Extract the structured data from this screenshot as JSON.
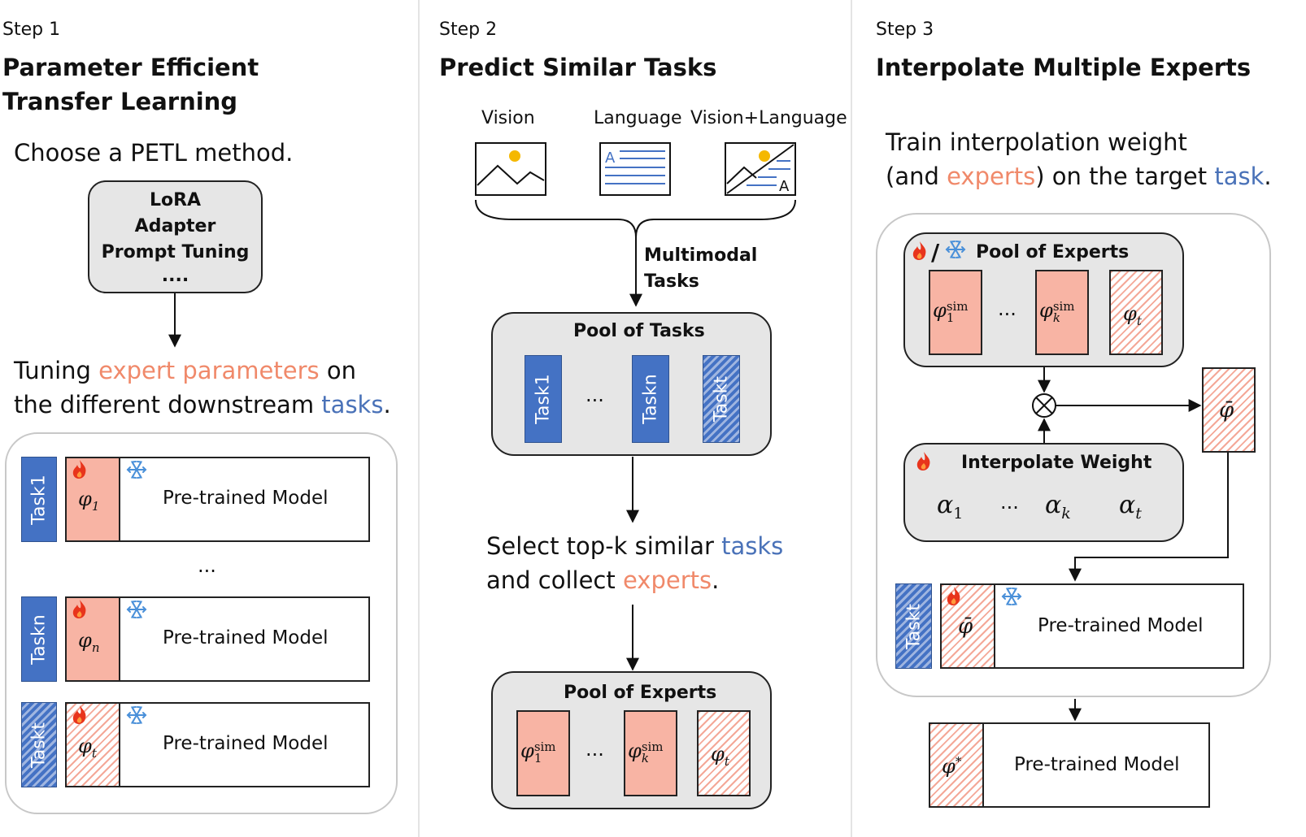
{
  "step1": {
    "label": "Step 1",
    "title": "Parameter Efficient Transfer Learning",
    "choose_text": "Choose a PETL method.",
    "methods": [
      "LoRA",
      "Adapter",
      "Prompt Tuning",
      "...."
    ],
    "tuning_line1_pre": "Tuning ",
    "tuning_line1_highlight": "expert parameters",
    "tuning_line1_post": " on",
    "tuning_line2_pre": "the different downstream ",
    "tuning_line2_highlight": "tasks",
    "tuning_line2_post": ".",
    "rows": [
      {
        "task": "Task1",
        "param_sym": "φ",
        "param_sub": "1",
        "model": "Pre-trained Model"
      },
      {
        "task": "Taskn",
        "param_sym": "φ",
        "param_sub": "n",
        "model": "Pre-trained Model"
      },
      {
        "task": "Taskt",
        "param_sym": "φ",
        "param_sub": "t",
        "model": "Pre-trained Model"
      }
    ],
    "ellipsis": "..."
  },
  "step2": {
    "label": "Step 2",
    "title": "Predict Similar Tasks",
    "modalities": [
      "Vision",
      "Language",
      "Vision+Language"
    ],
    "multimodal_line1": "Multimodal",
    "multimodal_line2": "Tasks",
    "pool_tasks_title": "Pool of Tasks",
    "tasks": [
      "Task1",
      "Taskn",
      "Taskt"
    ],
    "ellipsis": "...",
    "select_line1_pre": "Select top-k similar ",
    "select_line1_highlight": "tasks",
    "select_line2_pre": "and collect ",
    "select_line2_highlight": "experts",
    "select_line2_post": ".",
    "pool_experts_title": "Pool of Experts",
    "experts": [
      {
        "sym": "φ",
        "sub": "1",
        "sup": "sim"
      },
      {
        "sym": "φ",
        "sub": "k",
        "sup": "sim"
      },
      {
        "sym": "φ",
        "sub": "t",
        "sup": ""
      }
    ]
  },
  "step3": {
    "label": "Step 3",
    "title": "Interpolate Multiple Experts",
    "train_line1": "Train interpolation weight",
    "train_line2_pre": "(and ",
    "train_line2_highlight1": "experts",
    "train_line2_mid": ") on the target ",
    "train_line2_highlight2": "task",
    "train_line2_post": ".",
    "pool_experts_title": "Pool of Experts",
    "experts": [
      {
        "sym": "φ",
        "sub": "1",
        "sup": "sim"
      },
      {
        "sym": "φ",
        "sub": "k",
        "sup": "sim"
      },
      {
        "sym": "φ",
        "sub": "t",
        "sup": ""
      }
    ],
    "interpolate_title": "Interpolate Weight",
    "weights": [
      {
        "sym": "α",
        "sub": "1"
      },
      {
        "sym": "α",
        "sub": "k"
      },
      {
        "sym": "α",
        "sub": "t"
      }
    ],
    "ellipsis": "...",
    "phi_bar": "φ̄",
    "task_label": "Taskt",
    "model_label": "Pre-trained Model",
    "final_sym": "φ",
    "final_sup": "*",
    "final_model": "Pre-trained Model",
    "slash": "/"
  },
  "colors": {
    "orange_text": "#f0896a",
    "blue_text": "#4a72b8",
    "task_blue": "#4472c4",
    "expert_pink": "#f8b4a4",
    "pool_gray": "#e6e6e6",
    "fire": "#e8341c",
    "snow": "#4a90d9",
    "sun": "#f5b800"
  },
  "icons": [
    "fire-icon",
    "snowflake-icon",
    "image-icon",
    "document-icon",
    "image-text-icon",
    "multiply-icon"
  ]
}
